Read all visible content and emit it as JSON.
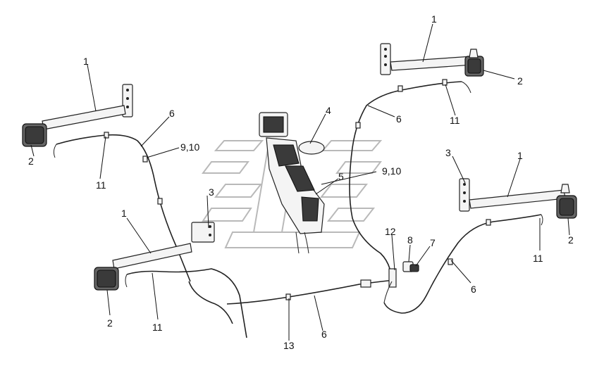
{
  "callouts": {
    "c1_top": "1",
    "c2_top": "2",
    "c6_top": "6",
    "c11_top": "11",
    "c1_left": "1",
    "c6_left": "6",
    "c910_left": "9,10",
    "c2_left": "2",
    "c11_left": "11",
    "c4": "4",
    "c910_center": "9,10",
    "c5": "5",
    "c3_right": "3",
    "c1_right": "1",
    "c3_left": "3",
    "c1_lowleft": "1",
    "c12": "12",
    "c8": "8",
    "c7": "7",
    "c11_right": "11",
    "c2_right": "2",
    "c6_right": "6",
    "c2_lowleft": "2",
    "c11_lowleft": "11",
    "c13": "13",
    "c6_bottom": "6"
  }
}
